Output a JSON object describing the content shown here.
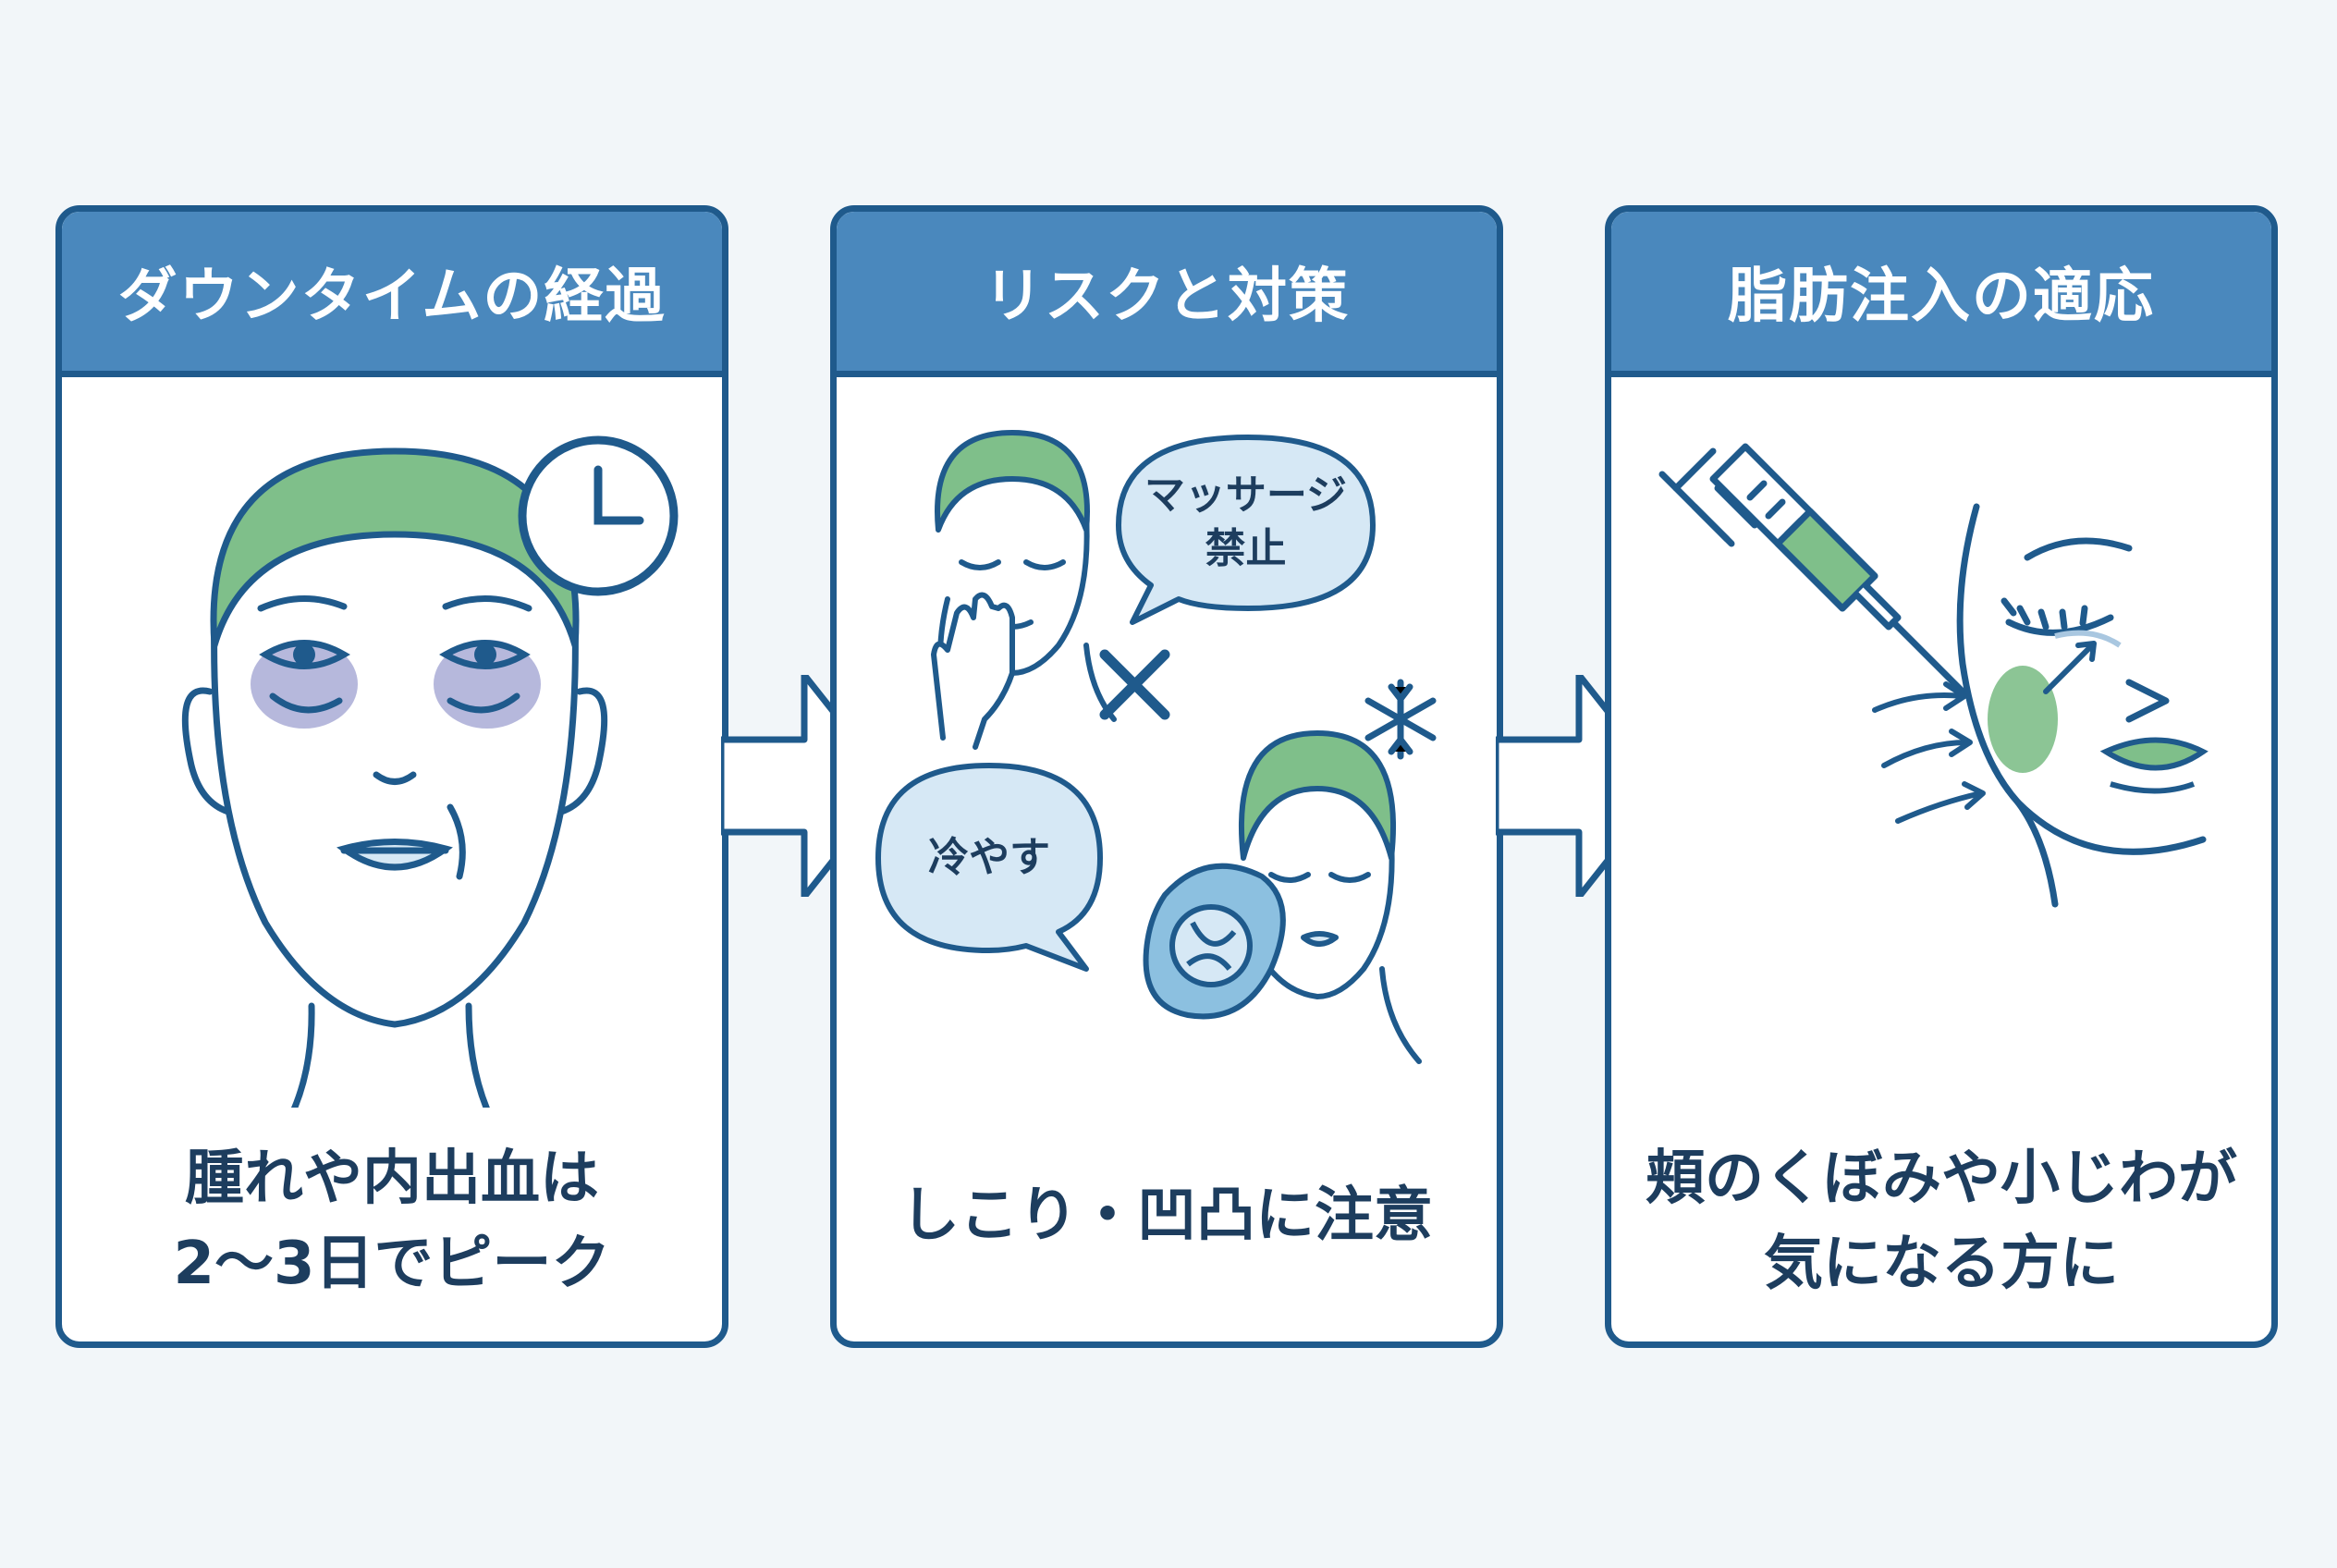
{
  "panels": [
    {
      "header": "ダウンタイムの経過",
      "caption": [
        "腫れや内出血は",
        "2〜3日でピーク"
      ],
      "icons": [
        "face-with-swelling-icon",
        "clock-icon"
      ]
    },
    {
      "header": "リスクと対策",
      "caption": [
        "しこり・凹凸に注意"
      ],
      "bubbles": {
        "massage": "マッサージ\n禁止",
        "cool": "冷やす"
      },
      "icons": [
        "massage-hand-icon",
        "cross-mark-icon",
        "ice-pack-icon",
        "snowflake-icon"
      ]
    },
    {
      "header": "脂肪注入の適応",
      "caption": [
        "頬のくぼみや小じわが",
        "気になる方に"
      ],
      "icons": [
        "syringe-icon",
        "face-profile-icon"
      ]
    }
  ],
  "colors": {
    "background": "#f2f6f9",
    "header_blue": "#4a88bd",
    "outline_navy": "#1f5a8c",
    "cap_green": "#7fbf8a",
    "bruise_purple": "#a9abd6",
    "bubble_fill": "#d6e8f5"
  }
}
